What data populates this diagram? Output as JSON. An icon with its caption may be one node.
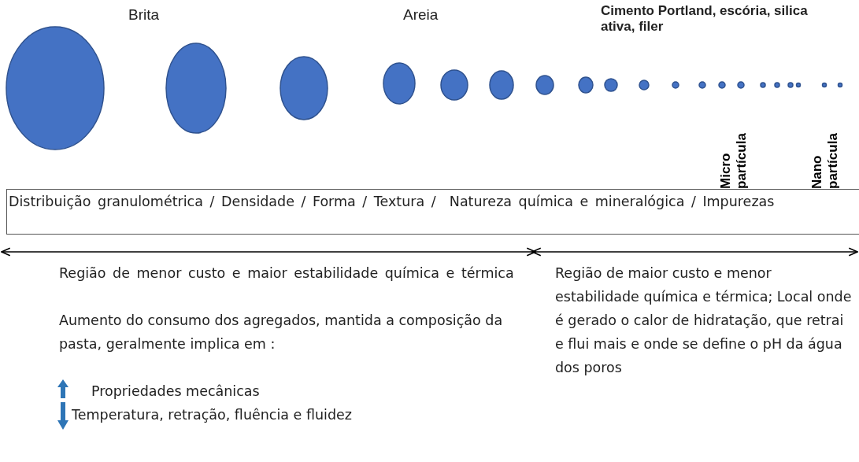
{
  "diagram": {
    "nodes": [
      {
        "text": [
          "Distribuição granulométrica / Densidade / Forma / Textura /  Natureza química e mineralógica / Impurezas"
        ]
      }
    ],
    "labels": [
      "Brita",
      "Areia",
      "Cimento Portland, escória, silica ativa, filer",
      "Micro partícula",
      "Nano partícula",
      "Região de menor custo e maior estabilidade química e térmica",
      "Aumento do consumo dos agregados, mantida a composição da pasta, geralmente implica em :",
      "Propriedades mecânicas",
      "Temperatura, retração, fluência e fluidez",
      "Região de maior custo e menor estabilidade química e térmica; Local onde é gerado o calor de hidratação, que retrai e flui mais e onde se define o pH da água dos poros"
    ]
  }
}
